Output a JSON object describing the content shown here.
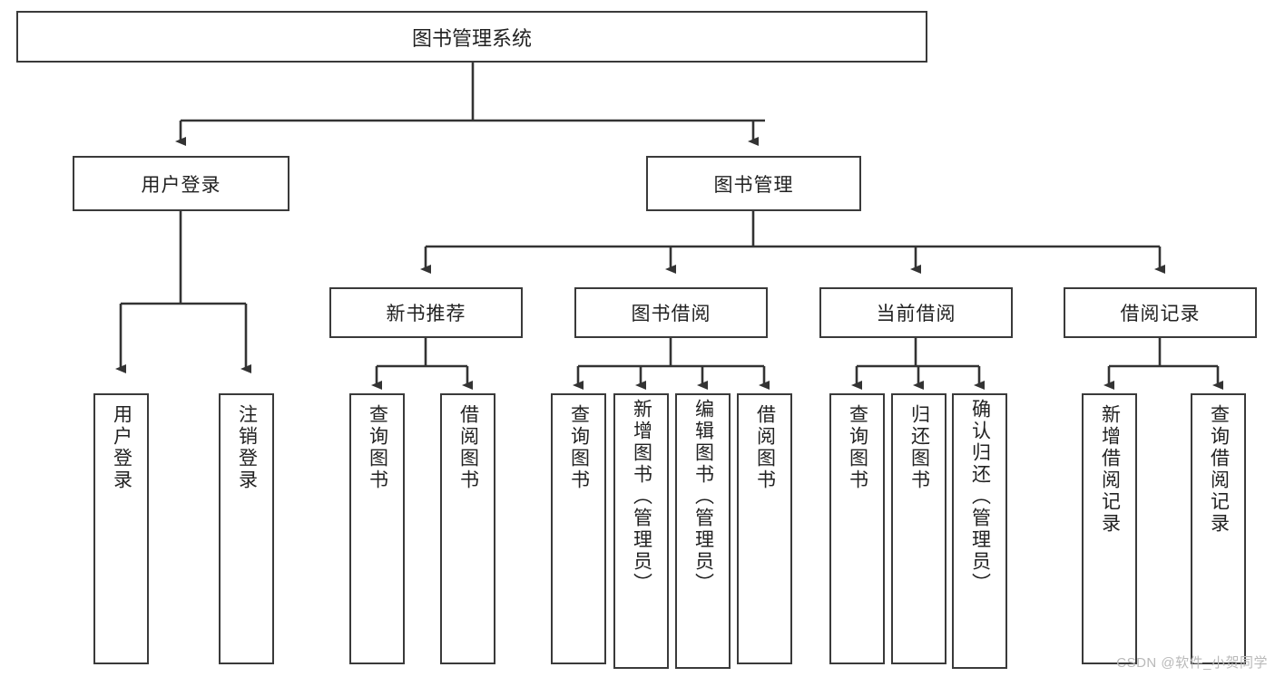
{
  "diagram": {
    "type": "tree-hierarchy-chart",
    "title": "图书管理系统",
    "levels": 4,
    "root": {
      "id": "root",
      "label": "图书管理系统",
      "orientation": "horizontal"
    },
    "level2": [
      {
        "id": "user-login",
        "label": "用户登录",
        "orientation": "horizontal"
      },
      {
        "id": "book-management",
        "label": "图书管理",
        "orientation": "horizontal"
      }
    ],
    "level3": [
      {
        "id": "new-book-recommend",
        "label": "新书推荐",
        "orientation": "horizontal",
        "parent": "book-management"
      },
      {
        "id": "book-borrow",
        "label": "图书借阅",
        "orientation": "horizontal",
        "parent": "book-management"
      },
      {
        "id": "current-borrow",
        "label": "当前借阅",
        "orientation": "horizontal",
        "parent": "book-management"
      },
      {
        "id": "borrow-record",
        "label": "借阅记录",
        "orientation": "horizontal",
        "parent": "book-management"
      }
    ],
    "leaves": [
      {
        "id": "leaf-user-login",
        "label": "用户登录",
        "parent": "user-login",
        "orientation": "vertical"
      },
      {
        "id": "leaf-user-logout",
        "label": "注销登录",
        "parent": "user-login",
        "orientation": "vertical"
      },
      {
        "id": "leaf-query-book-1",
        "label": "查询图书",
        "parent": "new-book-recommend",
        "orientation": "vertical"
      },
      {
        "id": "leaf-borrow-book-1",
        "label": "借阅图书",
        "parent": "new-book-recommend",
        "orientation": "vertical"
      },
      {
        "id": "leaf-query-book-2",
        "label": "查询图书",
        "parent": "book-borrow",
        "orientation": "vertical"
      },
      {
        "id": "leaf-add-book",
        "label": "新增图书（管理员）",
        "parent": "book-borrow",
        "orientation": "vertical"
      },
      {
        "id": "leaf-edit-book",
        "label": "编辑图书（管理员）",
        "parent": "book-borrow",
        "orientation": "vertical"
      },
      {
        "id": "leaf-borrow-book-2",
        "label": "借阅图书",
        "parent": "book-borrow",
        "orientation": "vertical"
      },
      {
        "id": "leaf-query-book-3",
        "label": "查询图书",
        "parent": "current-borrow",
        "orientation": "vertical"
      },
      {
        "id": "leaf-return-book",
        "label": "归还图书",
        "parent": "current-borrow",
        "orientation": "vertical"
      },
      {
        "id": "leaf-confirm-return",
        "label": "确认归还（管理员）",
        "parent": "current-borrow",
        "orientation": "vertical"
      },
      {
        "id": "leaf-add-record",
        "label": "新增借阅记录",
        "parent": "borrow-record",
        "orientation": "vertical"
      },
      {
        "id": "leaf-query-record",
        "label": "查询借阅记录",
        "parent": "borrow-record",
        "orientation": "vertical"
      }
    ],
    "watermark": "CSDN @软件_小贺同学",
    "colors": {
      "border": "#3a3a3a",
      "fill": "#ffffff",
      "text": "#222222",
      "connector": "#333333",
      "watermark": "#b9b9b9",
      "background": "#ffffff"
    }
  }
}
